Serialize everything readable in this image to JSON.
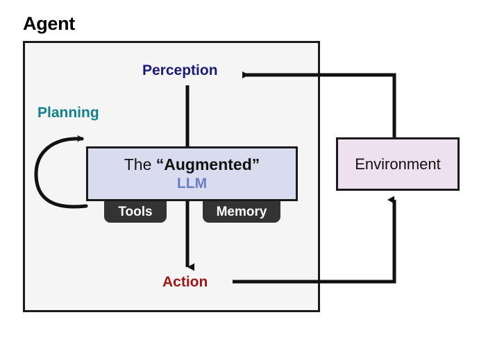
{
  "diagram": {
    "title": "Agent",
    "nodes": {
      "perception": {
        "label": "Perception",
        "color": "#1a1a7a"
      },
      "planning": {
        "label": "Planning",
        "color": "#12808a"
      },
      "llm": {
        "line1_prefix": "The ",
        "line1_emphasis": "“Augmented”",
        "line2": "LLM",
        "fill": "#d8dcee",
        "line2_color": "#6a7ec8"
      },
      "tools": {
        "label": "Tools",
        "fill": "#333333"
      },
      "memory": {
        "label": "Memory",
        "fill": "#333333"
      },
      "action": {
        "label": "Action",
        "color": "#9b1616"
      },
      "environment": {
        "label": "Environment",
        "fill": "#efe0ef"
      }
    },
    "frame": {
      "fill": "#f5f5f5",
      "stroke": "#1a1a1a"
    },
    "edges": [
      {
        "name": "perception-to-llm",
        "from": "perception",
        "to": "llm",
        "arrowhead": false
      },
      {
        "name": "planning-self-loop",
        "from": "llm",
        "to": "llm",
        "arrowhead": true
      },
      {
        "name": "llm-to-action",
        "from": "llm",
        "to": "action",
        "arrowhead": true
      },
      {
        "name": "action-to-environment",
        "from": "action",
        "to": "environment",
        "arrowhead": true
      },
      {
        "name": "environment-to-perception",
        "from": "environment",
        "to": "perception",
        "arrowhead": true
      }
    ]
  }
}
